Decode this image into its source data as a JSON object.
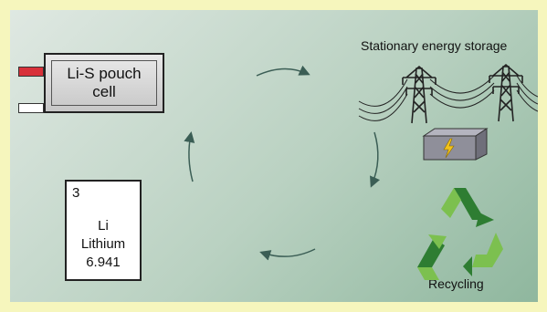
{
  "pouch_cell": {
    "label_line1": "Li-S pouch",
    "label_line2": "cell"
  },
  "element_card": {
    "atomic_number": "3",
    "symbol": "Li",
    "name": "Lithium",
    "atomic_mass": "6.941"
  },
  "captions": {
    "storage": "Stationary energy storage",
    "recycling": "Recycling"
  },
  "colors": {
    "frame": "#f6f6bd",
    "pouch_positive_tab": "#d8313a",
    "pouch_negative_tab": "#ffffff",
    "arrow": "#3b5e55",
    "battery_box": "#8f8f9a",
    "lightning": "#f2c21b",
    "recycle_light": "#7cc04f",
    "recycle_dark": "#2e7d32"
  },
  "icons": [
    "power-tower-icon",
    "battery-icon",
    "lightning-icon",
    "recycle-icon",
    "cycle-arrow-icon"
  ]
}
